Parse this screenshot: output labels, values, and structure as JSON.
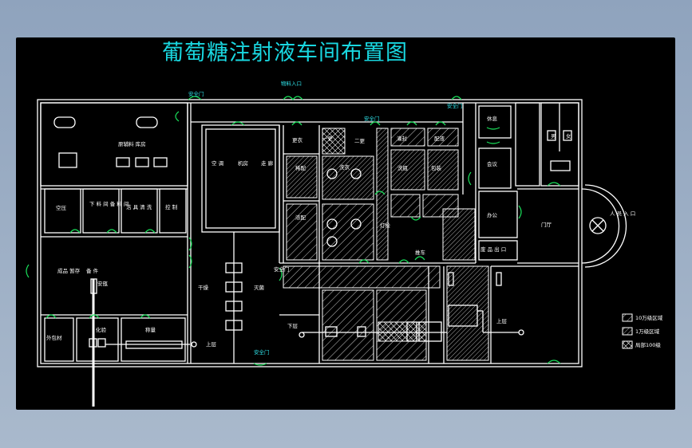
{
  "title": "葡萄糖注射液车间布置图",
  "labels": {
    "safety_exit_top_left": "安全门",
    "material_entrance": "物料入口",
    "safety_exit_mid": "安全门",
    "safety_exit_top_right": "安全门",
    "warehouse": "原辅料 库房",
    "qc_left": "空压",
    "material_room": "下 料 间 备 料 间",
    "cleaning": "洁 具 清 洗",
    "control": "控 制",
    "equipment": "备 件",
    "ampoule": "安瓿",
    "air_lock_a": "空 调",
    "air_lock_b": "机房",
    "dressing_a": "更衣",
    "dressing_b": "一更",
    "dressing_c": "二更",
    "sterile_wash": "洗衣",
    "mixing": "稀配",
    "fill_1": "灌封",
    "fill_2": "配液",
    "fill_3": "浓配",
    "wash_1": "洗瓶",
    "pack": "包装",
    "inspect": "灯检",
    "office_a": "办公",
    "office_b": "休息",
    "office_c": "会议",
    "hall": "门厅",
    "entry_person": "人 员 入 口",
    "corridor": "走 廊",
    "safety_bottom": "安全门",
    "left_side": "废 品 出 口",
    "storage_mid": "成品 暂存",
    "outer_pack": "外包材",
    "lab": "化验",
    "scale_room": "称量",
    "upper_a": "上层",
    "lower_a": "下层",
    "upper_b": "上层",
    "dry": "干燥",
    "sterilize": "灭菌",
    "cart": "推车",
    "safety_right": "安全门",
    "toilet_m": "男",
    "toilet_f": "女"
  },
  "legend": [
    {
      "label": "10万级区域",
      "pattern": "hatch"
    },
    {
      "label": "1万级区域",
      "pattern": "hatch-dense"
    },
    {
      "label": "局部100级",
      "pattern": "cross"
    }
  ],
  "colors": {
    "background": "#000000",
    "wall": "#ffffff",
    "door": "#19e05a",
    "title": "#19d7e0",
    "label_cyan": "#2fe3ea"
  }
}
